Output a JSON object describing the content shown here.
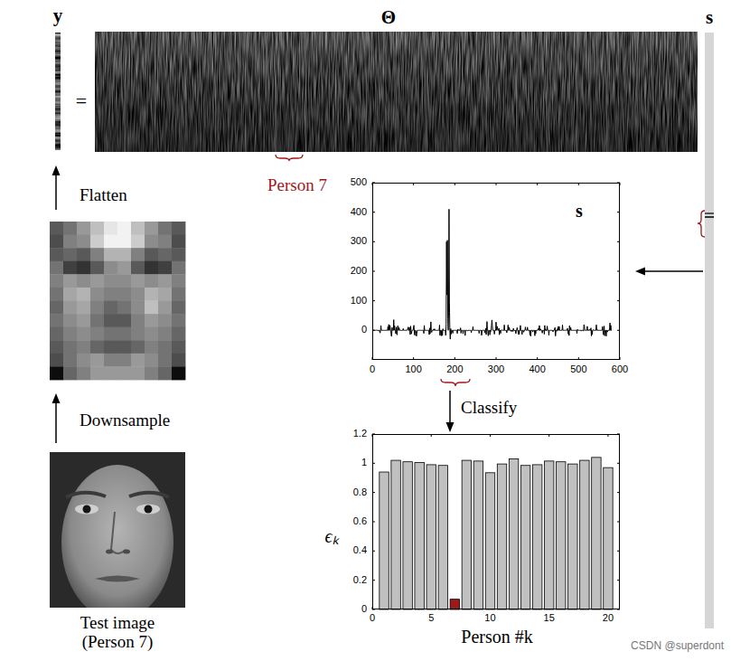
{
  "diagram": {
    "nodes": [
      {
        "text": [
          "y"
        ]
      },
      {
        "text": [
          "Θ"
        ]
      },
      {
        "text": [
          "s"
        ]
      },
      {
        "text": [
          "s"
        ]
      },
      {
        "text": [
          "ϵₖ",
          "Person #k"
        ]
      },
      {
        "text": [
          "Test image (Person 7)"
        ]
      }
    ],
    "edges": [
      {
        "from": 2,
        "to": 3,
        "arrow": "to"
      },
      {
        "from": 3,
        "to": 4,
        "label": "Classify",
        "arrow": "to"
      }
    ],
    "labels": [
      "=",
      "Person 7",
      "Flatten",
      "Downsample",
      "500",
      "400",
      "300",
      "200",
      "100",
      "0",
      "0",
      "100",
      "200",
      "300",
      "400",
      "500",
      "600",
      "1.2",
      "1",
      "0.8",
      "0.6",
      "0.4",
      "0.2",
      "0",
      "0",
      "5",
      "10",
      "15",
      "20",
      "CSDN @superdont"
    ]
  }
}
